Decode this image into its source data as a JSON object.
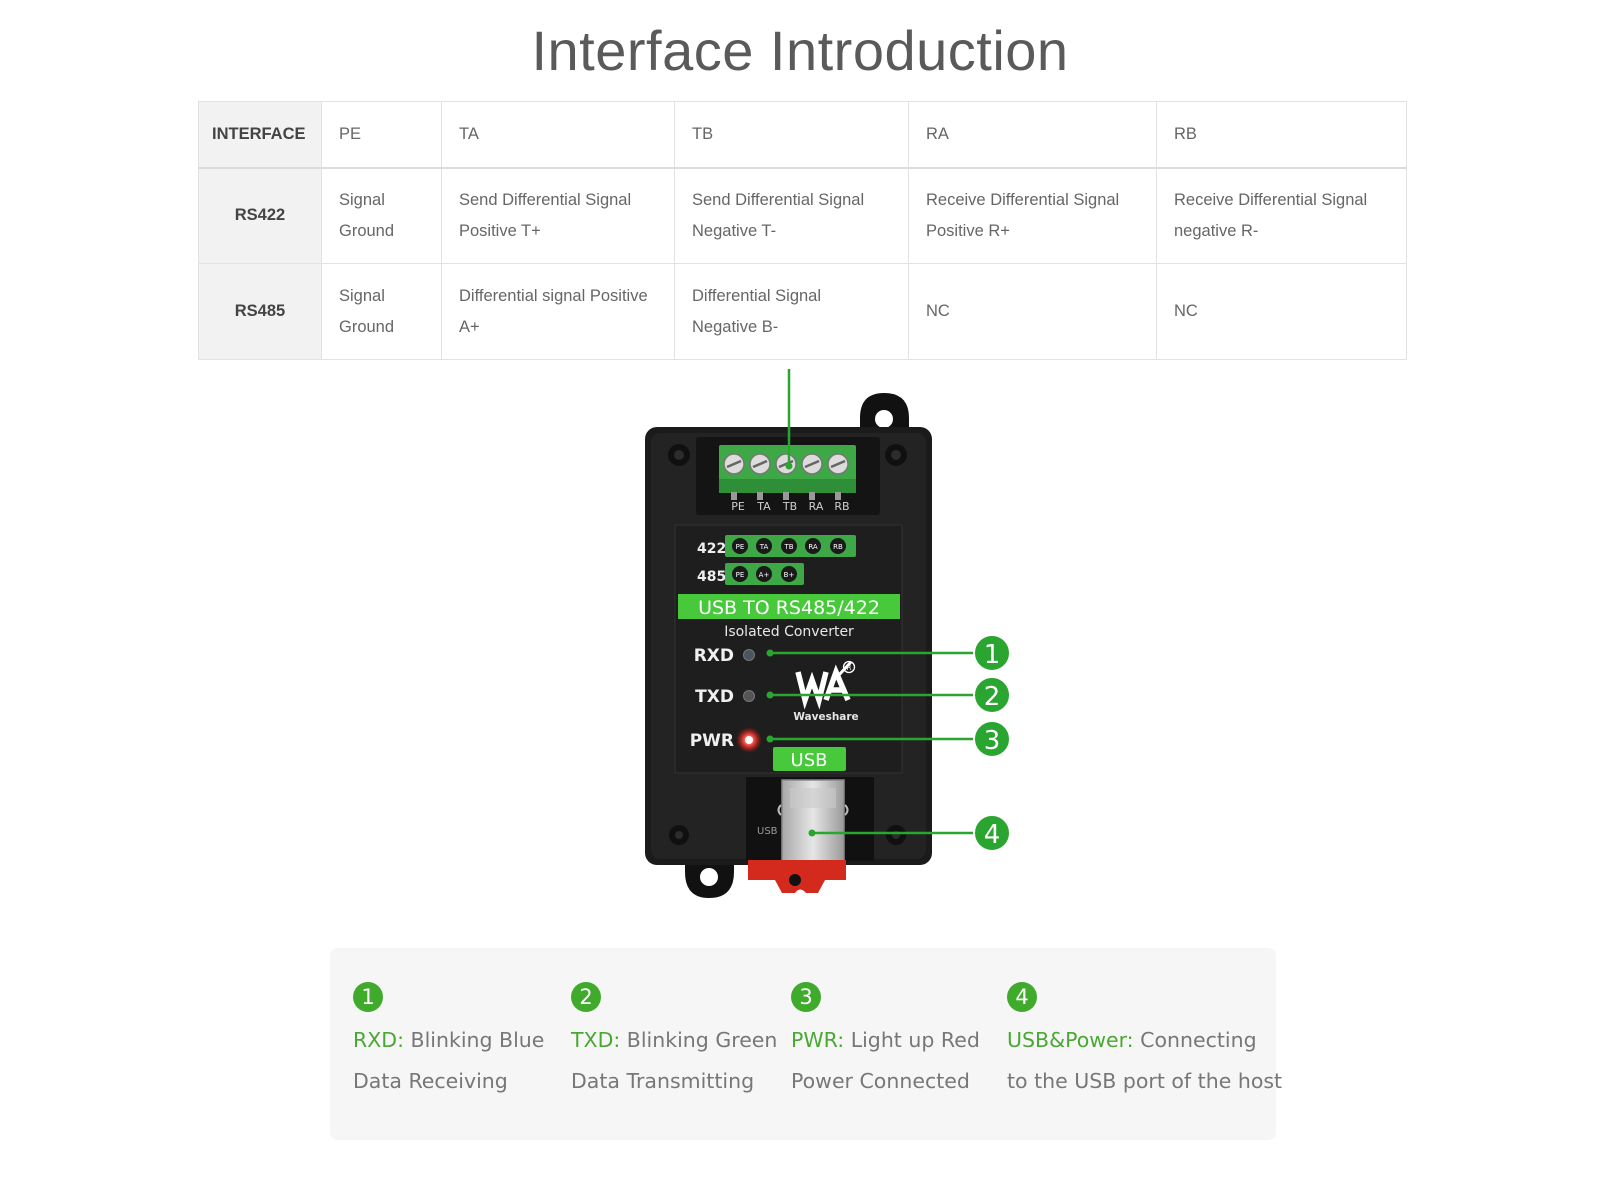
{
  "title": "Interface Introduction",
  "table": {
    "header": [
      "INTERFACE",
      "PE",
      "TA",
      "TB",
      "RA",
      "RB"
    ],
    "rows": [
      {
        "name": "RS422",
        "cells": [
          [
            "Signal",
            "Ground"
          ],
          [
            "Send Differential Signal",
            "Positive T+"
          ],
          [
            "Send Differential Signal",
            "Negative T-"
          ],
          [
            "Receive Differential Signal",
            "Positive R+"
          ],
          [
            "Receive Differential Signal",
            "negative R-"
          ]
        ]
      },
      {
        "name": "RS485",
        "cells": [
          [
            "Signal",
            "Ground"
          ],
          [
            "Differential signal Positive",
            "A+"
          ],
          [
            "Differential Signal",
            "Negative B-"
          ],
          [
            "NC"
          ],
          [
            "NC"
          ]
        ]
      }
    ]
  },
  "device": {
    "terminal_labels": [
      "PE",
      "TA",
      "TB",
      "RA",
      "RB"
    ],
    "row422_label": "422",
    "row422_pins": [
      "PE",
      "TA",
      "TB",
      "RA",
      "RB"
    ],
    "row485_label": "485",
    "row485_pins": [
      "PE",
      "A+",
      "B+"
    ],
    "banner": "USB TO RS485/422",
    "subtitle": "Isolated Converter",
    "led_labels": [
      "RXD",
      "TXD",
      "PWR"
    ],
    "brand": "Waveshare",
    "usb_label": "USB",
    "usb_port_text": "USB",
    "callouts": [
      "1",
      "2",
      "3",
      "4"
    ]
  },
  "legend": [
    {
      "num": "1",
      "label": "RXD:",
      "line1": "Blinking Blue",
      "line2": "Data Receiving"
    },
    {
      "num": "2",
      "label": "TXD:",
      "line1": "Blinking Green",
      "line2": "Data Transmitting"
    },
    {
      "num": "3",
      "label": "PWR:",
      "line1": "Light up Red",
      "line2": "Power Connected"
    },
    {
      "num": "4",
      "label": "USB&Power:",
      "line1": "Connecting",
      "line2": "to the USB port of the host"
    }
  ],
  "colors": {
    "accent_green": "#3faa2b",
    "terminal_green": "#3da845",
    "device_body": "#1c1c1c",
    "led_red": "#ff3b30",
    "usb_red": "#d42a1e"
  }
}
